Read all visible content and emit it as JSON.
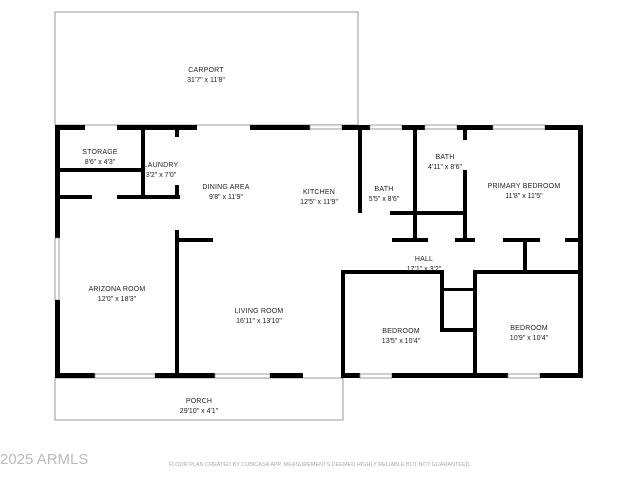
{
  "rooms": [
    {
      "name": "CARPORT",
      "size": "31'7\" x 11'8\""
    },
    {
      "name": "STORAGE",
      "size": "8'6\" x 4'3\""
    },
    {
      "name": "LAUNDRY",
      "size": "3'2\" x 7'0\""
    },
    {
      "name": "DINING AREA",
      "size": "9'8\" x 11'9\""
    },
    {
      "name": "KITCHEN",
      "size": "12'5\" x 11'9\""
    },
    {
      "name": "BATH",
      "size": "5'5\" x 8'6\""
    },
    {
      "name": "BATH",
      "size": "4'11\" x 8'6\""
    },
    {
      "name": "PRIMARY BEDROOM",
      "size": "11'8\" x 11'5\""
    },
    {
      "name": "HALL",
      "size": "17'1\" x 3'2\""
    },
    {
      "name": "ARIZONA ROOM",
      "size": "12'0\" x 18'3\""
    },
    {
      "name": "LIVING ROOM",
      "size": "16'11\" x 13'10\""
    },
    {
      "name": "BEDROOM",
      "size": "13'5\" x 10'4\""
    },
    {
      "name": "BEDROOM",
      "size": "10'9\" x 10'4\""
    },
    {
      "name": "PORCH",
      "size": "29'10\" x 4'1\""
    }
  ],
  "watermark": "2025 ARMLS",
  "disclaimer": "FLOOR PLAN CREATED BY CUBICASA APP. MEASUREMENTS DEEMED HIGHLY RELIABLE BUT NOT GUARANTEED."
}
